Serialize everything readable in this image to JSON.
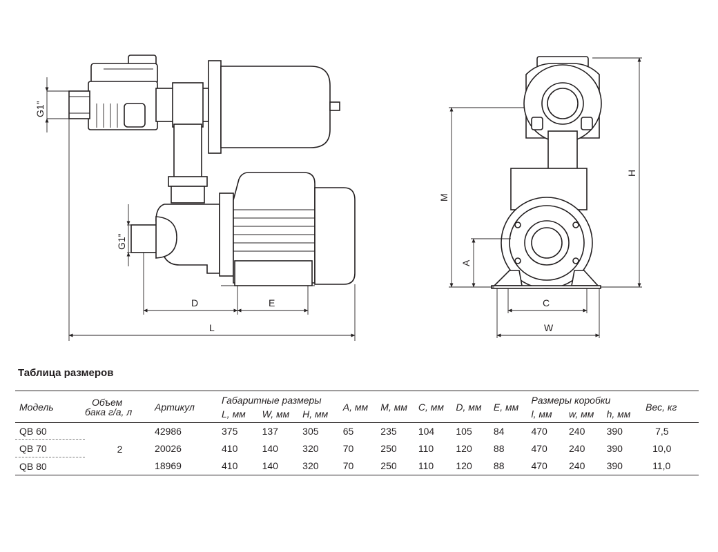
{
  "drawing": {
    "labels": {
      "inlet_thread": "G1\"",
      "outlet_thread": "G1\"",
      "D": "D",
      "E": "E",
      "L": "L",
      "M": "M",
      "A": "A",
      "H": "H",
      "C": "C",
      "W": "W"
    }
  },
  "table": {
    "title": "Таблица размеров",
    "headers": {
      "model": "Модель",
      "tank_line1": "Объем",
      "tank_line2": "бака г/а, л",
      "article": "Артикул",
      "overall": "Габаритные размеры",
      "L": "L, мм",
      "W": "W, мм",
      "H": "H, мм",
      "A": "A, мм",
      "M": "M, мм",
      "C": "C, мм",
      "D": "D, мм",
      "E": "E, мм",
      "box": "Размеры коробки",
      "l": "l, мм",
      "w": "w, мм",
      "h": "h, мм",
      "weight": "Вес, кг"
    },
    "tank_volume": "2",
    "rows": [
      {
        "model": "QB 60",
        "article": "42986",
        "L": "375",
        "W": "137",
        "H": "305",
        "A": "65",
        "M": "235",
        "C": "104",
        "D": "105",
        "E": "84",
        "l": "470",
        "w": "240",
        "h": "390",
        "weight": "7,5"
      },
      {
        "model": "QB 70",
        "article": "20026",
        "L": "410",
        "W": "140",
        "H": "320",
        "A": "70",
        "M": "250",
        "C": "110",
        "D": "120",
        "E": "88",
        "l": "470",
        "w": "240",
        "h": "390",
        "weight": "10,0"
      },
      {
        "model": "QB 80",
        "article": "18969",
        "L": "410",
        "W": "140",
        "H": "320",
        "A": "70",
        "M": "250",
        "C": "110",
        "D": "120",
        "E": "88",
        "l": "470",
        "w": "240",
        "h": "390",
        "weight": "11,0"
      }
    ]
  }
}
